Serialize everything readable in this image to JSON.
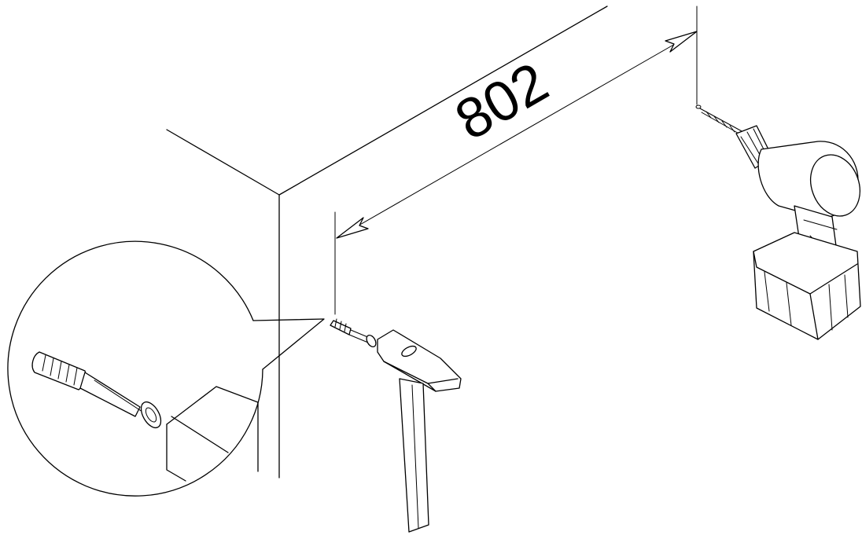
{
  "dimension": {
    "value": "802"
  },
  "colors": {
    "line": "#000000",
    "background": "#ffffff"
  },
  "icons": [
    "dimension-arrow",
    "wall-plug-dowel",
    "screw",
    "hammer",
    "cordless-drill",
    "magnified-detail-circle"
  ]
}
